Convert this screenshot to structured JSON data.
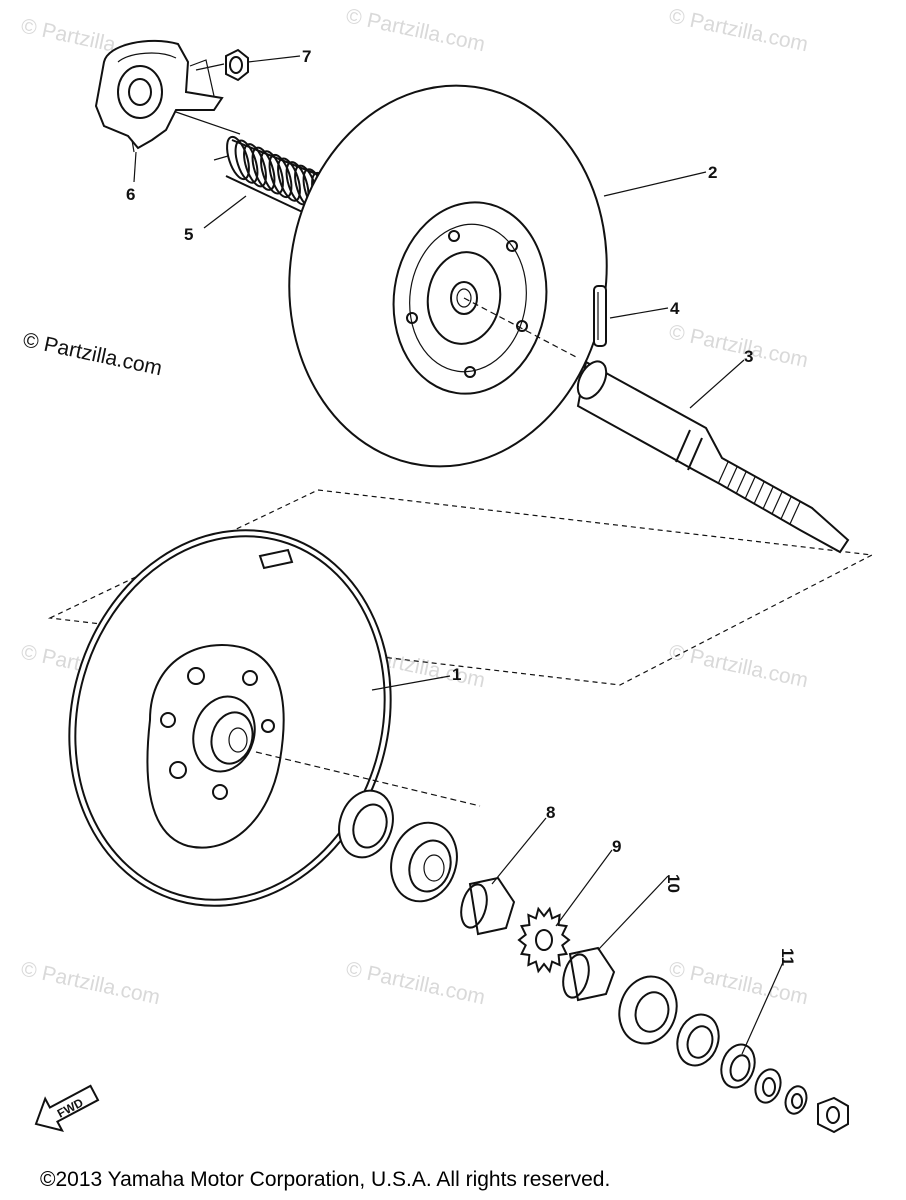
{
  "diagram": {
    "callouts": [
      "1",
      "2",
      "3",
      "4",
      "5",
      "6",
      "7",
      "8",
      "9",
      "10",
      "11"
    ],
    "fwd_label": "FWD",
    "watermark_text": "© Partzilla.com",
    "side_credit": "© Partzilla.com",
    "copyright": "©2013 Yamaha Motor Corporation, U.S.A. All rights reserved."
  }
}
